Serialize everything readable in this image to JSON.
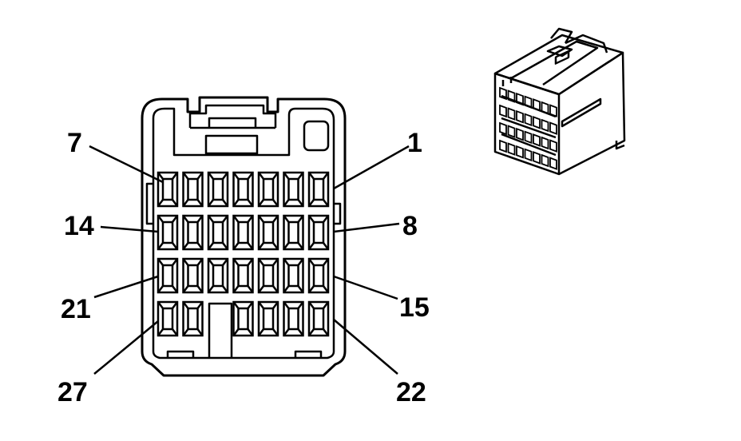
{
  "diagram": {
    "stroke_color": "#000000",
    "background": "#ffffff",
    "connector_face": {
      "rows": 4,
      "columns": 7,
      "missing_cavity": {
        "row": 4,
        "column": 3
      },
      "pin_labels": [
        {
          "id": "pin-1",
          "text": "1"
        },
        {
          "id": "pin-7",
          "text": "7"
        },
        {
          "id": "pin-8",
          "text": "8"
        },
        {
          "id": "pin-14",
          "text": "14"
        },
        {
          "id": "pin-15",
          "text": "15"
        },
        {
          "id": "pin-21",
          "text": "21"
        },
        {
          "id": "pin-22",
          "text": "22"
        },
        {
          "id": "pin-27",
          "text": "27"
        }
      ]
    },
    "isometric_view": {
      "description_icon": "connector-isometric-icon"
    }
  }
}
